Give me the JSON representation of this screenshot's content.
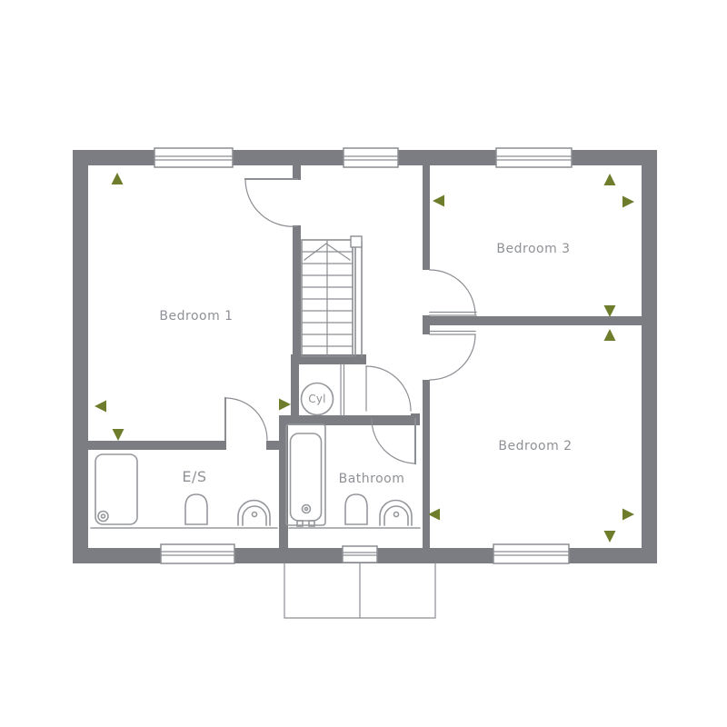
{
  "floorplan": {
    "labels": {
      "bedroom1": "Bedroom 1",
      "bedroom2": "Bedroom 2",
      "bedroom3": "Bedroom 3",
      "bathroom": "Bathroom",
      "ensuite": "E/S",
      "cylinder": "Cyl"
    },
    "colors": {
      "wall": "#7b7d82",
      "line": "#8b8e93",
      "fixture": "#95989c",
      "label": "#8e9196",
      "marker": "#6e7d2b",
      "window": "#ffffff",
      "background": "#ffffff"
    }
  }
}
